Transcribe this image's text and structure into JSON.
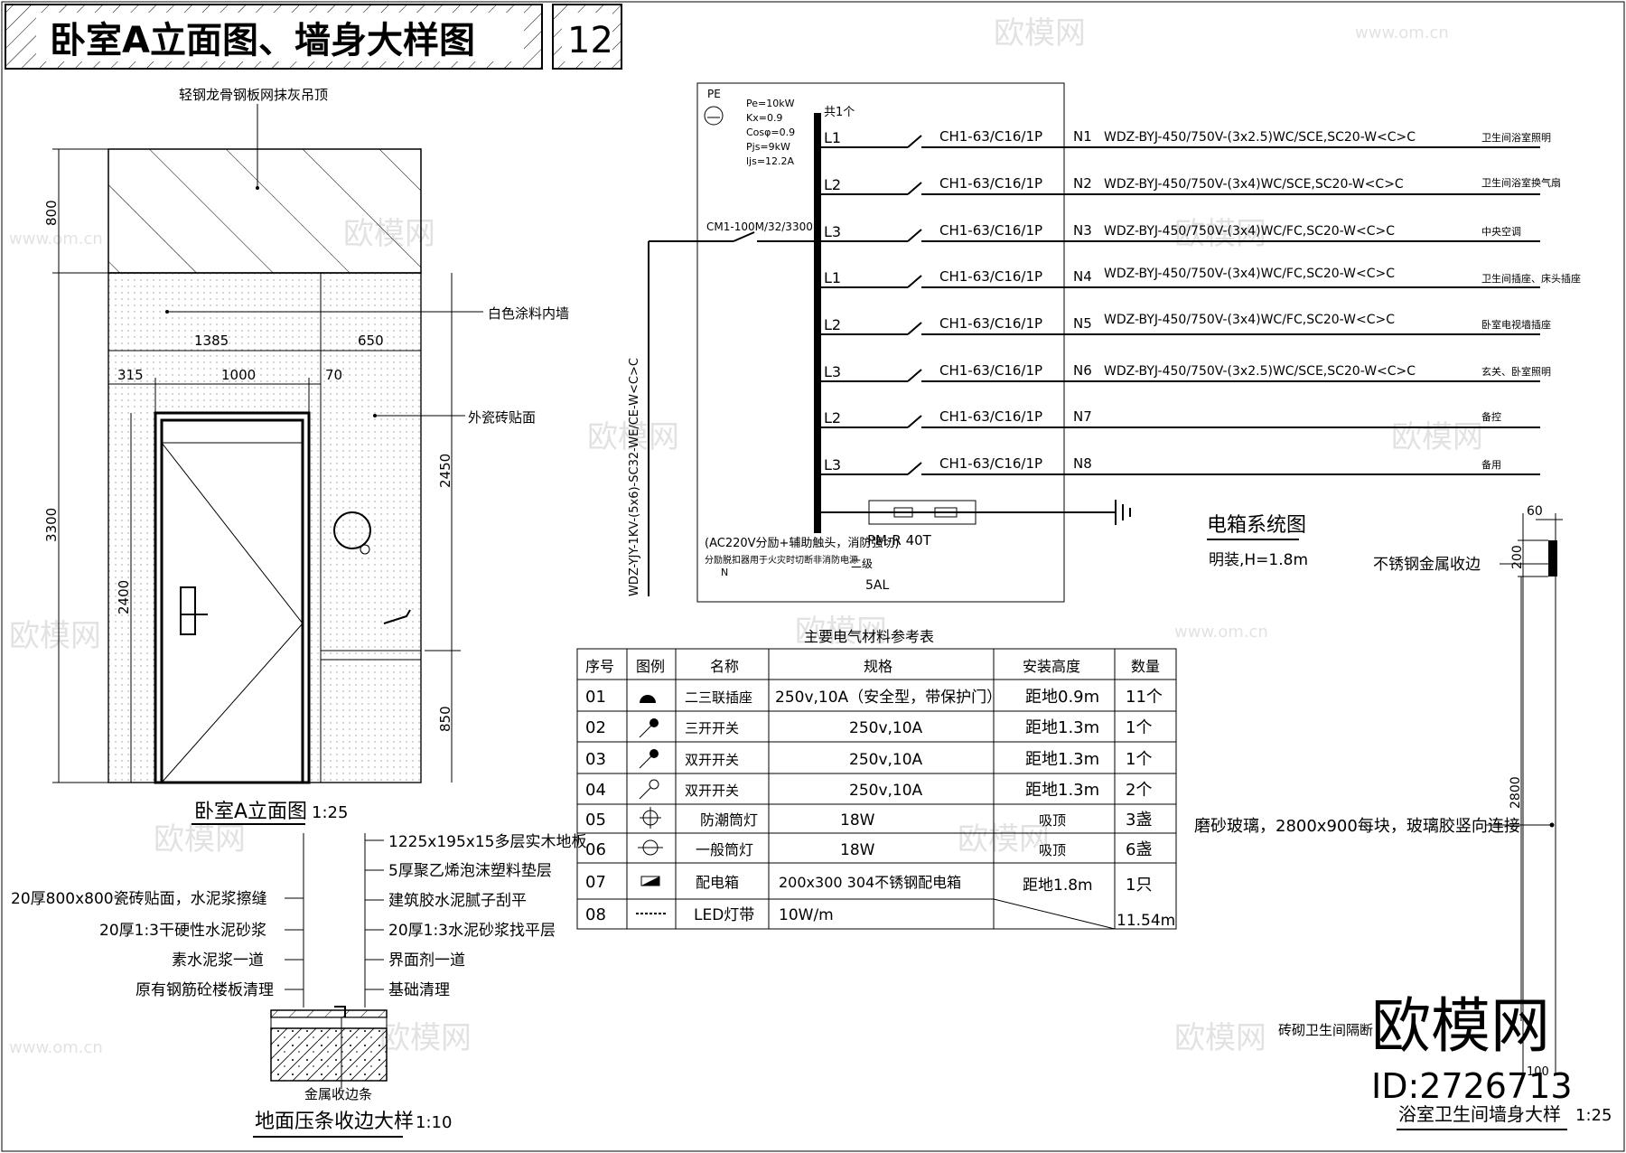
{
  "title_block": {
    "title": "卧室A立面图、墙身大样图",
    "number": "12"
  },
  "elevation": {
    "ceiling_note": "轻钢龙骨钢板网抹灰吊顶",
    "wall_note": "白色涂料内墙",
    "tile_note": "外瓷砖贴面",
    "dims": {
      "d800": "800",
      "d3300": "3300",
      "d2400": "2400",
      "d1385": "1385",
      "d650": "650",
      "d315": "315",
      "d1000": "1000",
      "d70": "70",
      "d2450": "2450",
      "d850": "850"
    },
    "caption": "卧室A立面图",
    "scale": "1:25"
  },
  "floor_detail": {
    "right_layers": [
      "1225x195x15多层实木地板",
      "5厚聚乙烯泡沫塑料垫层",
      "建筑胶水泥腻子刮平",
      "20厚1:3水泥砂浆找平层",
      "界面剂一道",
      "基础清理"
    ],
    "left_layers": [
      "20厚800x800瓷砖贴面，水泥浆擦缝",
      "20厚1:3干硬性水泥砂浆",
      "素水泥浆一道",
      "原有钢筋砼楼板清理"
    ],
    "strip": "金属收边条",
    "caption": "地面压条收边大样",
    "scale": "1:10"
  },
  "panel": {
    "pe": "PE",
    "params": [
      "Pe=10kW",
      "Kx=0.9",
      "Cosφ=0.9",
      "Pjs=9kW",
      "ljs=12.2A"
    ],
    "incoming_cable": "WDZ-YJY-1KV-(5x6)-SC32-WE/CE-W<C>C",
    "main_breaker": "CM1-100M/32/3300",
    "bus_label": "共1个",
    "circuits": [
      {
        "phase": "L1",
        "breaker": "CH1-63/C16/1P",
        "no": "N1",
        "cable": "WDZ-BYJ-450/750V-(3x2.5)WC/SCE,SC20-W<C>C",
        "load": "卫生间浴室照明"
      },
      {
        "phase": "L2",
        "breaker": "CH1-63/C16/1P",
        "no": "N2",
        "cable": "WDZ-BYJ-450/750V-(3x4)WC/SCE,SC20-W<C>C",
        "load": "卫生间浴室换气扇"
      },
      {
        "phase": "L3",
        "breaker": "CH1-63/C16/1P",
        "no": "N3",
        "cable": "WDZ-BYJ-450/750V-(3x4)WC/FC,SC20-W<C>C",
        "load": "中央空调"
      },
      {
        "phase": "L1",
        "breaker": "CH1-63/C16/1P",
        "no": "N4",
        "cable": "WDZ-BYJ-450/750V-(3x4)WC/FC,SC20-W<C>C",
        "load": "卫生间插座、床头插座"
      },
      {
        "phase": "L2",
        "breaker": "CH1-63/C16/1P",
        "no": "N5",
        "cable": "WDZ-BYJ-450/750V-(3x4)WC/FC,SC20-W<C>C",
        "load": "卧室电视墙插座"
      },
      {
        "phase": "L3",
        "breaker": "CH1-63/C16/1P",
        "no": "N6",
        "cable": "WDZ-BYJ-450/750V-(3x2.5)WC/SCE,SC20-W<C>C",
        "load": "玄关、卧室照明"
      },
      {
        "phase": "L2",
        "breaker": "CH1-63/C16/1P",
        "no": "N7",
        "cable": "",
        "load": "备控"
      },
      {
        "phase": "L3",
        "breaker": "CH1-63/C16/1P",
        "no": "N8",
        "cable": "",
        "load": "备用"
      }
    ],
    "note1": "(AC220V分励+辅助触头，消防强切)",
    "note2": "分励脱扣器用于火灾时切断非消防电源",
    "note_n": "N",
    "spd": "PM-R 40T",
    "spd_sub": "二级",
    "spd_current": "5AL",
    "system_title": "电箱系统图",
    "mount_note": "明装,H=1.8m"
  },
  "materials": {
    "title": "主要电气材料参考表",
    "headers": [
      "序号",
      "图例",
      "名称",
      "规格",
      "安装高度",
      "数量"
    ],
    "rows": [
      {
        "no": "01",
        "name": "二三联插座",
        "spec": "250v,10A（安全型，带保护门）",
        "height": "距地0.9m",
        "qty": "11个",
        "icon": "socket-icon"
      },
      {
        "no": "02",
        "name": "三开开关",
        "spec": "250v,10A",
        "height": "距地1.3m",
        "qty": "1个",
        "icon": "switch-icon"
      },
      {
        "no": "03",
        "name": "双开开关",
        "spec": "250v,10A",
        "height": "距地1.3m",
        "qty": "1个",
        "icon": "switch-icon"
      },
      {
        "no": "04",
        "name": "双开开关",
        "spec": "250v,10A",
        "height": "距地1.3m",
        "qty": "2个",
        "icon": "dual-switch-icon"
      },
      {
        "no": "05",
        "name": "防潮筒灯",
        "spec": "18W",
        "height": "吸顶",
        "qty": "3盏",
        "icon": "moisture-downlight-icon"
      },
      {
        "no": "06",
        "name": "一般筒灯",
        "spec": "18W",
        "height": "吸顶",
        "qty": "6盏",
        "icon": "downlight-icon"
      },
      {
        "no": "07",
        "name": "配电箱",
        "spec": "200x300 304不锈钢配电箱",
        "height": "距地1.8m",
        "qty": "1只",
        "icon": "panel-icon"
      },
      {
        "no": "08",
        "name": "LED灯带",
        "spec": "10W/m",
        "height": "",
        "qty": "11.54m",
        "icon": "led-strip-icon"
      }
    ]
  },
  "wall_detail": {
    "dim60": "60",
    "dim200": "200",
    "dim2800": "2800",
    "dim100": "100",
    "edge_note": "不锈钢金属收边",
    "glass_note": "磨砂玻璃，2800x900每块，玻璃胶竖向连接",
    "base_note": "砖砌卫生间隔断",
    "caption": "浴室卫生间墙身大样",
    "scale": "1:25"
  },
  "watermark": {
    "brand": "欧模网",
    "url": "www.om.cn",
    "id": "ID:2726713"
  }
}
